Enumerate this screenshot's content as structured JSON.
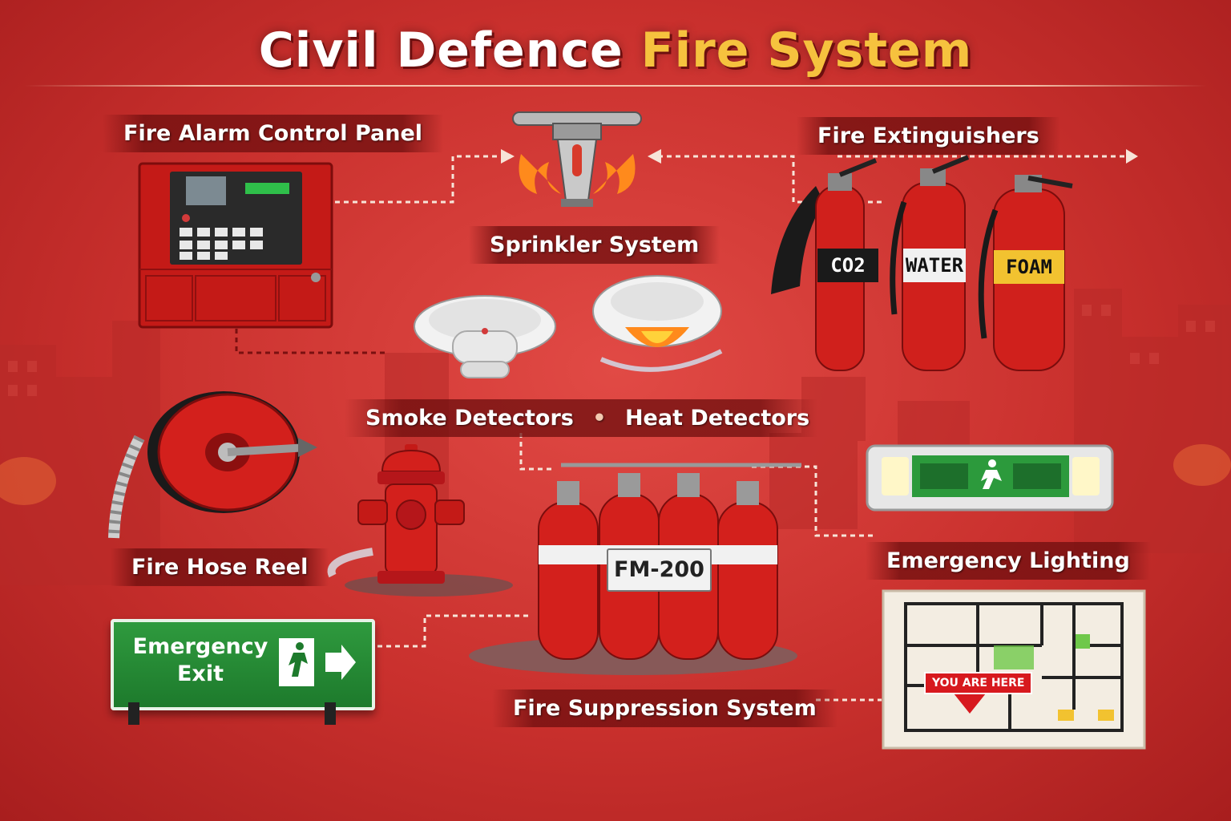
{
  "title": {
    "part1": "Civil Defence ",
    "part2": "Fire System"
  },
  "colors": {
    "background": "#c9302d",
    "title_accent": "#f6c23e",
    "exit_green": "#239036",
    "label_band": "#6e0e0e"
  },
  "labels": {
    "fire_alarm_control_panel": "Fire Alarm Control Panel",
    "sprinkler_system": "Sprinkler System",
    "fire_extinguishers": "Fire Extinguishers",
    "smoke_detectors": "Smoke Detectors",
    "separator": "•",
    "heat_detectors": "Heat Detectors",
    "fire_hose_reel": "Fire Hose Reel",
    "emergency_lighting": "Emergency Lighting",
    "fire_suppression_system": "Fire Suppression System"
  },
  "extinguisher_tags": [
    "CO2",
    "WATER",
    "FOAM"
  ],
  "suppression_tag": "FM-200",
  "exit_sign": {
    "line1": "Emergency",
    "line2": "Exit",
    "icon": "running-man-icon"
  },
  "floor_plan": {
    "marker": "YOU ARE HERE"
  },
  "icons": [
    "control-panel-icon",
    "sprinkler-icon",
    "extinguisher-icon",
    "smoke-detector-icon",
    "heat-detector-icon",
    "hose-reel-icon",
    "hydrant-icon",
    "gas-cylinder-icon",
    "exit-light-icon",
    "floor-plan-icon"
  ]
}
